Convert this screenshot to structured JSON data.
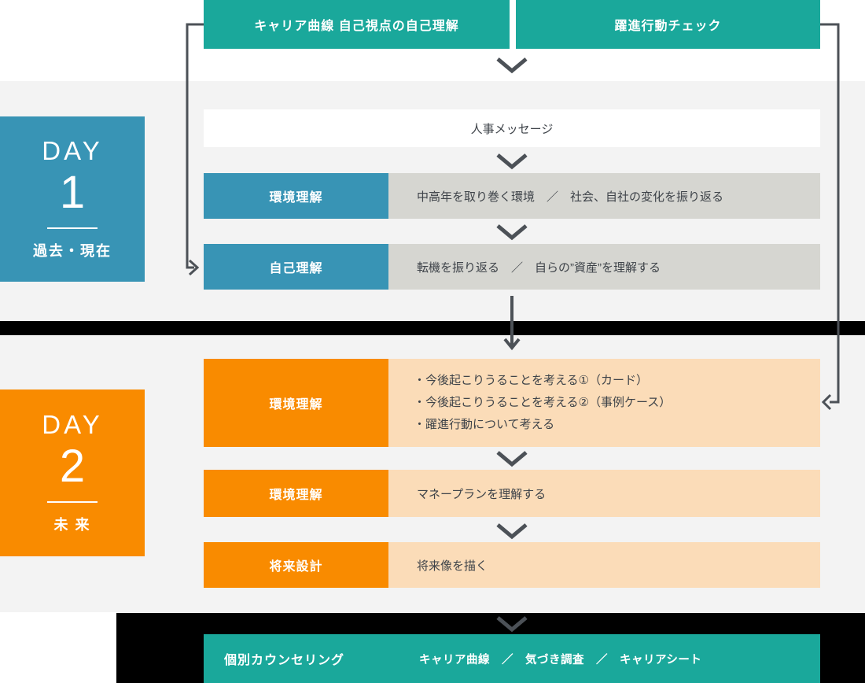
{
  "top_buttons": {
    "career_curve": "キャリア曲線 自己視点の自己理解",
    "action_check": "躍進行動チェック"
  },
  "day1": {
    "badge": {
      "day": "DAY",
      "number": "1",
      "period": "過去・現在"
    },
    "hr_message": "人事メッセージ",
    "rows": [
      {
        "label": "環境理解",
        "content": "中高年を取り巻く環境　／　社会、自社の変化を振り返る"
      },
      {
        "label": "自己理解",
        "content": "転機を振り返る　／　自らの”資産”を理解する"
      }
    ]
  },
  "day2": {
    "badge": {
      "day": "DAY",
      "number": "2",
      "period": "未 来"
    },
    "rows": [
      {
        "label": "環境理解",
        "bullets": [
          "・今後起こりうることを考える①（カード）",
          "・今後起こりうることを考える②（事例ケース）",
          "・躍進行動について考える"
        ]
      },
      {
        "label": "環境理解",
        "content": "マネープランを理解する"
      },
      {
        "label": "将来設計",
        "content": "将来像を描く"
      }
    ]
  },
  "footer": {
    "label": "個別カウンセリング",
    "content": "キャリア曲線　／　気づき調査　／　キャリアシート"
  },
  "colors": {
    "teal": "#1AA89B",
    "blue": "#3894B5",
    "orange": "#F98B00",
    "light_orange": "#FBDCB8",
    "gray_box": "#D6D6D1",
    "section_bg": "#F3F3F3",
    "band_black": "#000000",
    "connector": "#4C5157",
    "text_dark": "#3E4349"
  }
}
